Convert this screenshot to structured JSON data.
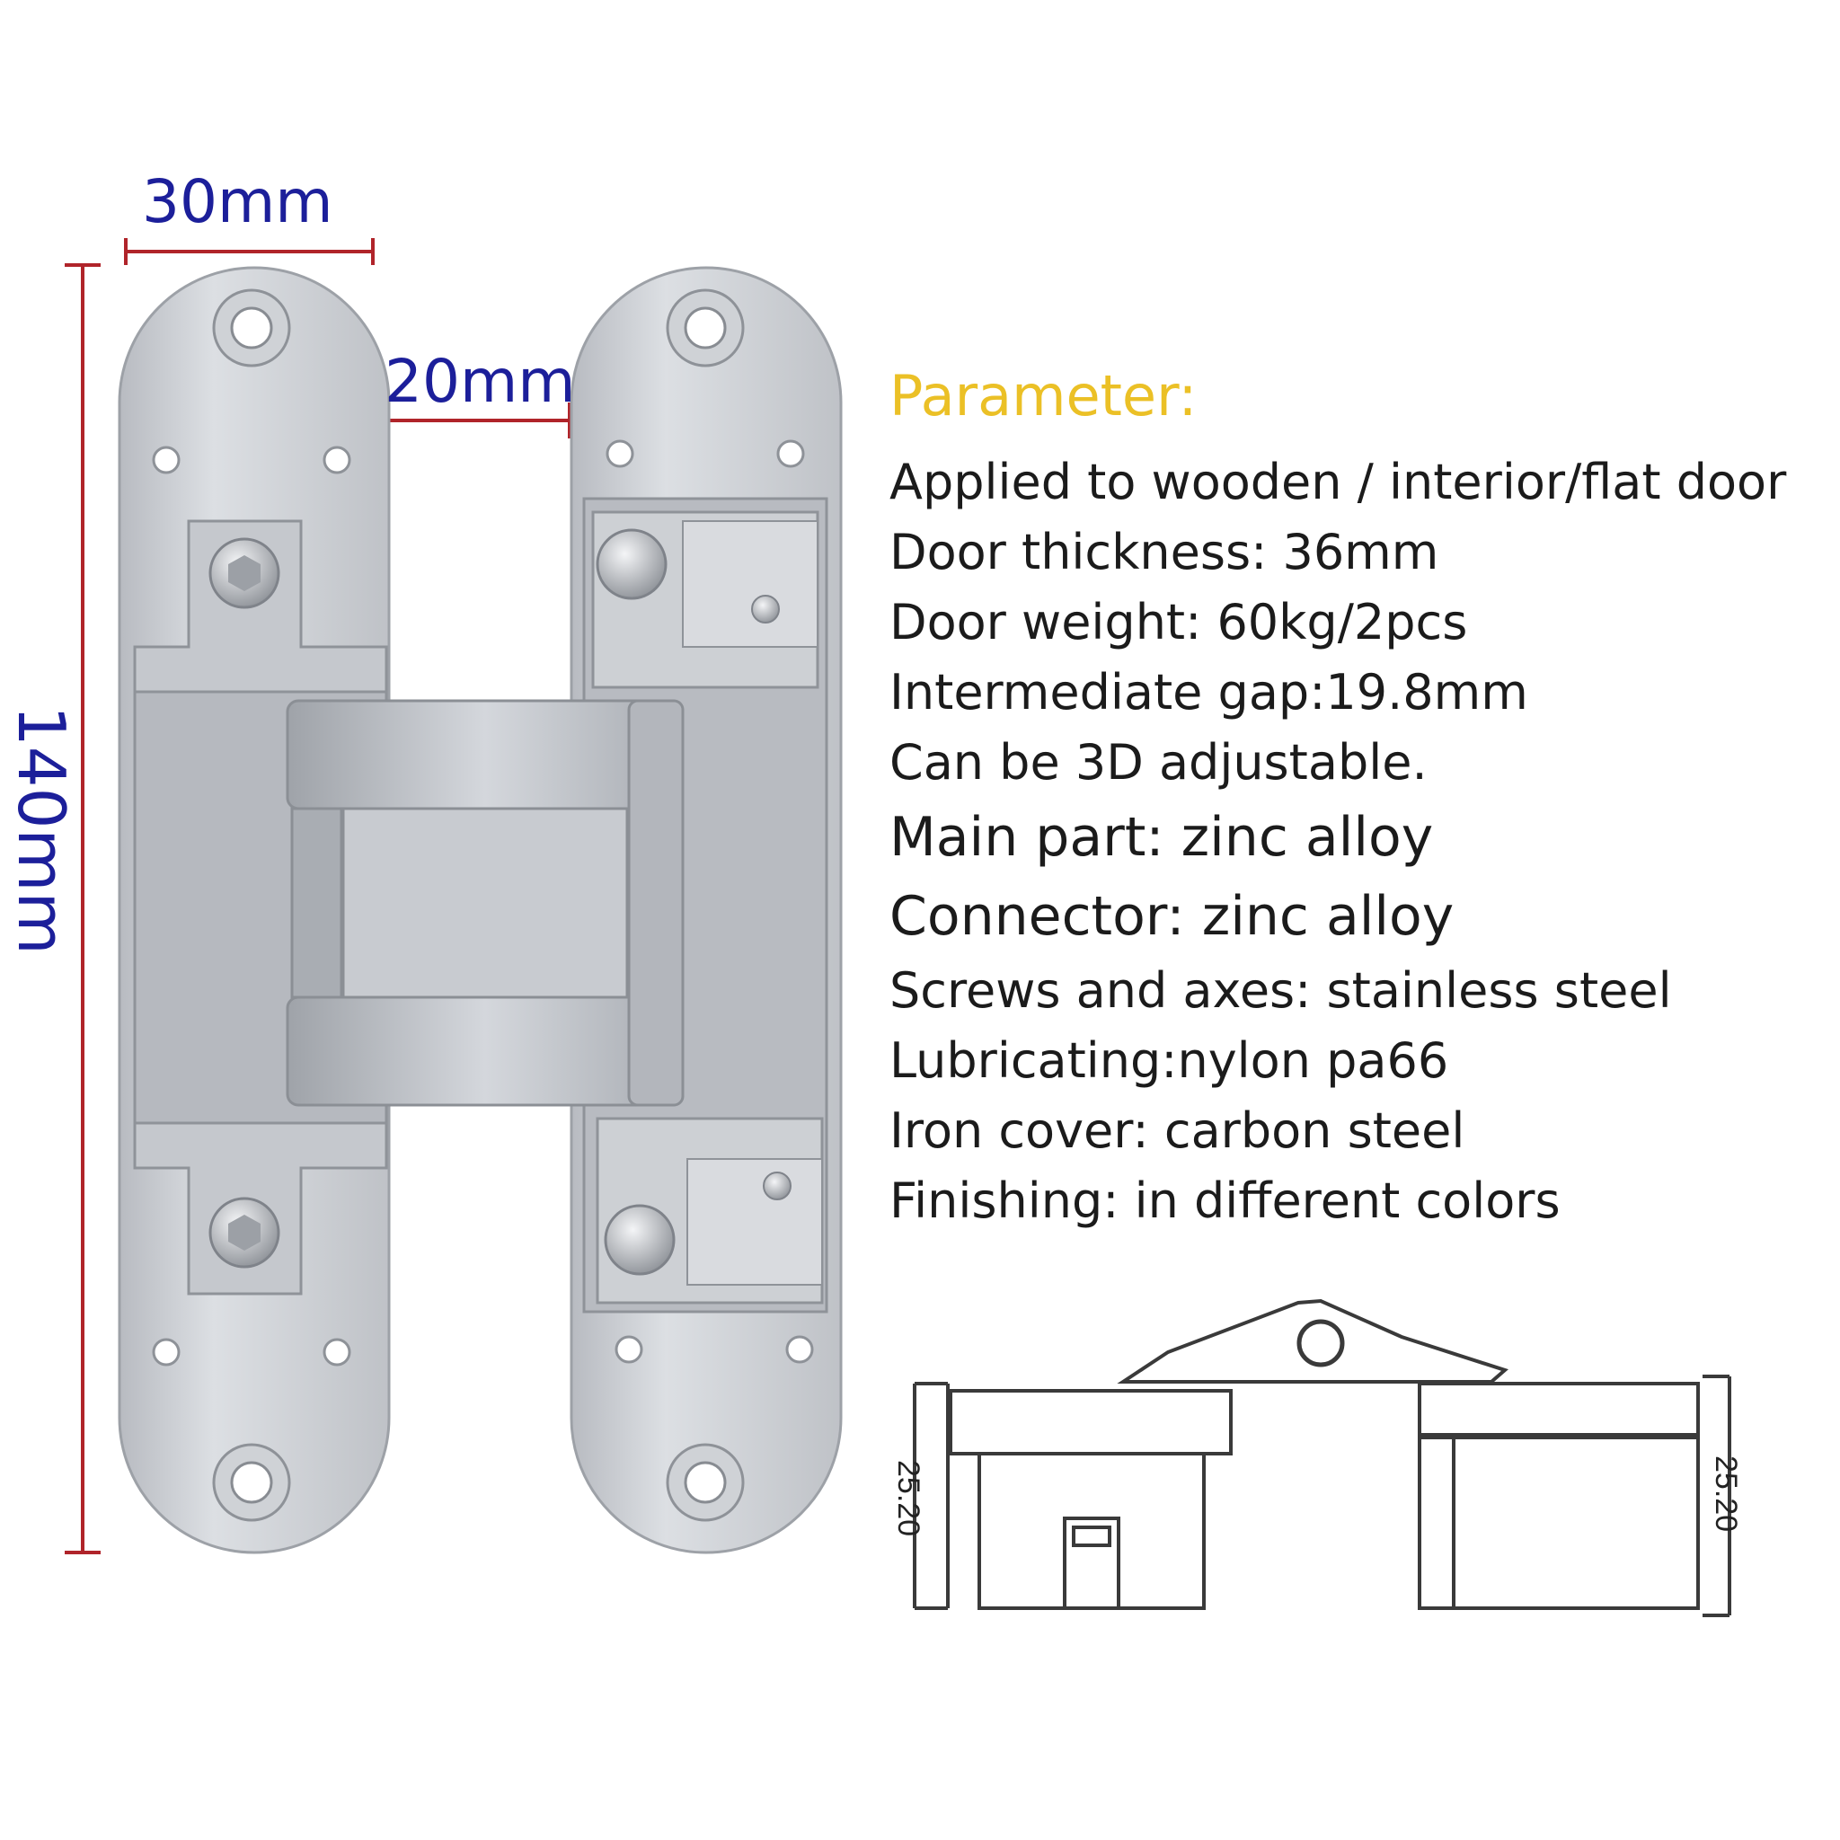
{
  "dimensions": {
    "width_top": "30mm",
    "gap": "20mm",
    "height": "140mm"
  },
  "parameters": {
    "title": "Parameter:",
    "lines": [
      "Applied to wooden / interior/flat door",
      "Door thickness: 36mm",
      "Door weight: 60kg/2pcs",
      "Intermediate gap:19.8mm",
      "Can be 3D adjustable.",
      "Main part: zinc alloy",
      "Connector: zinc alloy",
      "Screws and axes: stainless steel",
      "Lubricating:nylon pa66",
      "Iron cover: carbon steel",
      "Finishing: in different colors"
    ]
  },
  "drawing": {
    "left_value": "25.20",
    "right_value": "25.20"
  },
  "colors": {
    "dimension_text": "#1c1f9a",
    "dimension_line": "#b0242a",
    "parameter_title": "#ebc026",
    "body_text": "#1b1b1b",
    "metal": "#c9ccd1"
  }
}
